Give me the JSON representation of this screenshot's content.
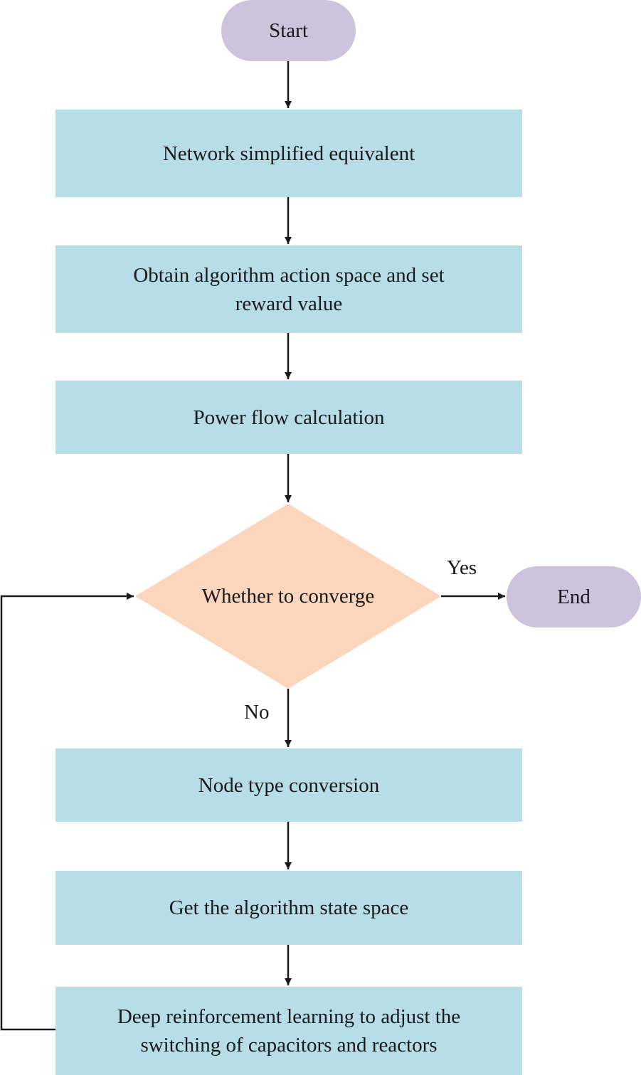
{
  "colors": {
    "terminal_fill": "#cdc3dd",
    "process_fill": "#b6dde8",
    "decision_fill": "#fbd5bc",
    "connector": "#1a1a1a"
  },
  "nodes": {
    "start": "Start",
    "step_network": "Network simplified equivalent",
    "step_action_space": "Obtain algorithm action space and set reward value",
    "step_power_flow": "Power flow calculation",
    "decision_converge": "Whether to converge",
    "end": "End",
    "step_node_type": "Node type conversion",
    "step_state_space": "Get the algorithm state space",
    "step_drl": "Deep reinforcement learning to adjust the switching of capacitors and reactors"
  },
  "edge_labels": {
    "yes": "Yes",
    "no": "No"
  }
}
